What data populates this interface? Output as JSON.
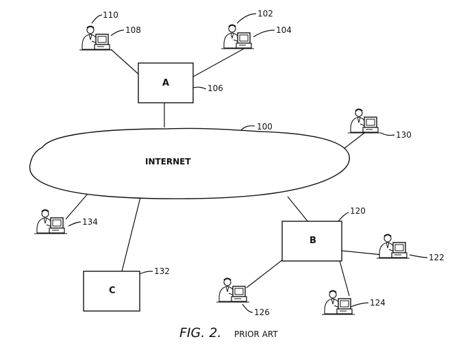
{
  "network": {
    "label": "INTERNET",
    "ref": "100"
  },
  "servers": {
    "a": {
      "label": "A",
      "ref": "106"
    },
    "b": {
      "label": "B",
      "ref": "120"
    },
    "c": {
      "label": "C",
      "ref": "132"
    }
  },
  "workstations": {
    "ws110": {
      "person_ref": "110",
      "computer_ref": "108"
    },
    "ws102": {
      "person_ref": "102",
      "computer_ref": "104"
    },
    "ws130": {
      "ref": "130"
    },
    "ws134": {
      "ref": "134"
    },
    "ws122": {
      "ref": "122"
    },
    "ws126": {
      "ref": "126"
    },
    "ws124": {
      "ref": "124"
    }
  },
  "caption": {
    "figure": "FIG. 2.",
    "subtitle": "PRIOR ART"
  },
  "icons": {
    "workstation": "user-at-computer-icon"
  }
}
